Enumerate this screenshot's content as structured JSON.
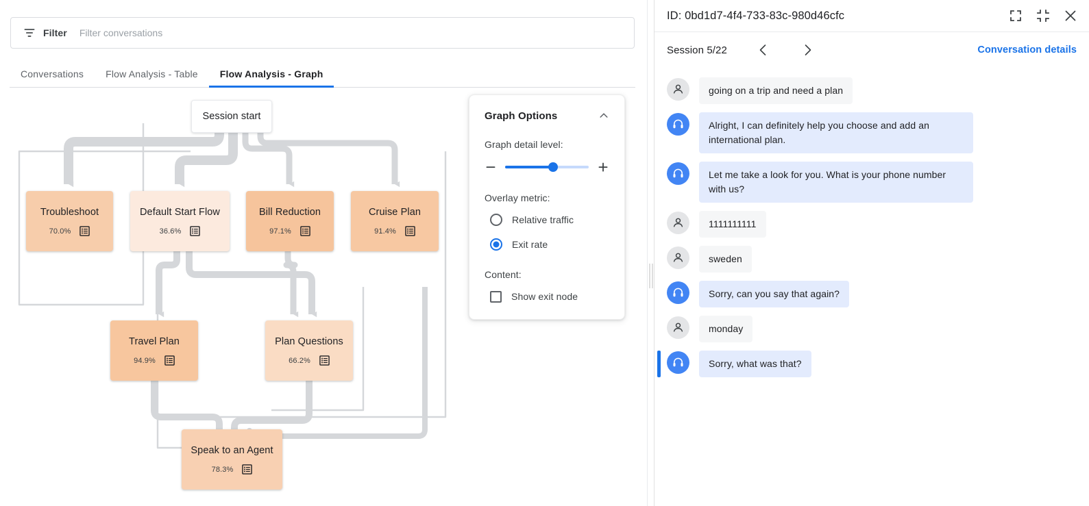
{
  "colors": {
    "accent": "#1a73e8",
    "agent_bubble": "#e3ebfd",
    "user_bubble": "#f5f6f7",
    "edge": "#d5d7da",
    "node_border": "#e8eaed"
  },
  "filter": {
    "icon": "filter-icon",
    "label": "Filter",
    "placeholder": "Filter conversations",
    "value": ""
  },
  "tabs": [
    {
      "label": "Conversations",
      "active": false
    },
    {
      "label": "Flow Analysis - Table",
      "active": false
    },
    {
      "label": "Flow Analysis - Graph",
      "active": true
    }
  ],
  "graph": {
    "start_node": {
      "label": "Session start"
    },
    "nodes": [
      {
        "id": "troubleshoot",
        "label": "Troubleshoot",
        "metric": "70.0%",
        "color": "#f7cdab",
        "icon": "list-icon"
      },
      {
        "id": "default-start",
        "label": "Default Start Flow",
        "metric": "36.6%",
        "color": "#fceade",
        "icon": "list-icon"
      },
      {
        "id": "bill-reduction",
        "label": "Bill Reduction",
        "metric": "97.1%",
        "color": "#f6c49c",
        "icon": "list-icon"
      },
      {
        "id": "cruise-plan",
        "label": "Cruise Plan",
        "metric": "91.4%",
        "color": "#f7c8a2",
        "icon": "list-icon"
      },
      {
        "id": "travel-plan",
        "label": "Travel Plan",
        "metric": "94.9%",
        "color": "#f7c69e",
        "icon": "list-icon"
      },
      {
        "id": "plan-questions",
        "label": "Plan Questions",
        "metric": "66.2%",
        "color": "#fadcc4",
        "icon": "list-icon"
      },
      {
        "id": "speak-agent",
        "label": "Speak to an Agent",
        "metric": "78.3%",
        "color": "#f8d0b2",
        "icon": "list-icon"
      }
    ]
  },
  "graph_options": {
    "title": "Graph Options",
    "collapse_icon": "chevron-up-icon",
    "detail_label": "Graph detail level:",
    "detail_value": 57,
    "minus_icon": "minus-icon",
    "plus_icon": "plus-icon",
    "overlay_label": "Overlay metric:",
    "overlay_options": [
      {
        "label": "Relative traffic",
        "selected": false
      },
      {
        "label": "Exit rate",
        "selected": true
      }
    ],
    "content_label": "Content:",
    "content_options": [
      {
        "label": "Show exit node",
        "checked": false
      }
    ]
  },
  "conversation": {
    "id_text": "ID: 0bd1d7-4f4-733-83c-980d46cfc",
    "header_icons": [
      "fullscreen-icon",
      "collapse-icon",
      "close-icon"
    ],
    "session_label": "Session 5/22",
    "prev_icon": "chevron-left-icon",
    "next_icon": "chevron-right-icon",
    "details_link": "Conversation details",
    "messages": [
      {
        "role": "user",
        "text": "going on a trip and need a plan",
        "highlight": false
      },
      {
        "role": "agent",
        "text": "Alright, I can definitely help you choose and add an international plan.",
        "highlight": false
      },
      {
        "role": "agent",
        "text": "Let me take a look for you. What is your phone number with us?",
        "highlight": false
      },
      {
        "role": "user",
        "text": "1111111111",
        "highlight": false
      },
      {
        "role": "user",
        "text": "sweden",
        "highlight": false
      },
      {
        "role": "agent",
        "text": "Sorry, can you say that again?",
        "highlight": false
      },
      {
        "role": "user",
        "text": "monday",
        "highlight": false
      },
      {
        "role": "agent",
        "text": "Sorry, what was that?",
        "highlight": true
      }
    ]
  }
}
